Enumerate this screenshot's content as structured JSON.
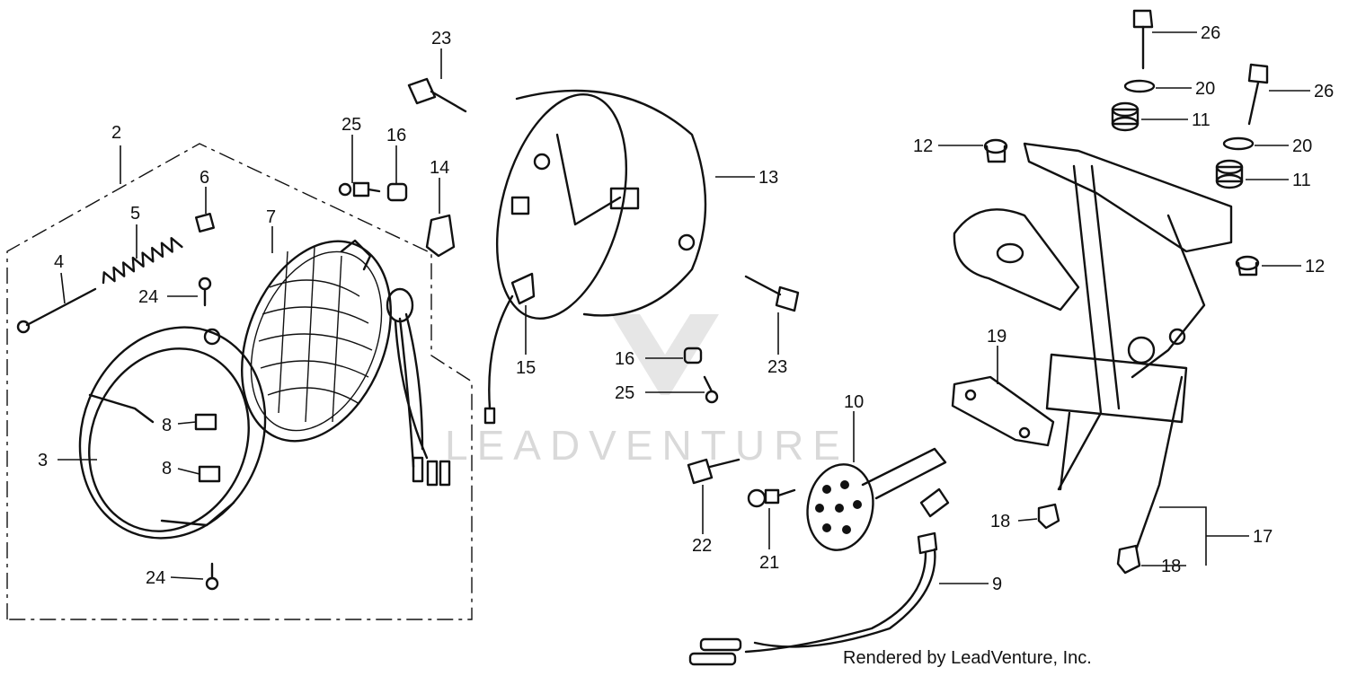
{
  "watermark": "LEADVENTURE",
  "credit": "Rendered by LeadVenture, Inc.",
  "callouts": [
    {
      "id": "c2",
      "label": "2"
    },
    {
      "id": "c3",
      "label": "3"
    },
    {
      "id": "c4",
      "label": "4"
    },
    {
      "id": "c5",
      "label": "5"
    },
    {
      "id": "c6",
      "label": "6"
    },
    {
      "id": "c7",
      "label": "7"
    },
    {
      "id": "c8a",
      "label": "8"
    },
    {
      "id": "c8b",
      "label": "8"
    },
    {
      "id": "c24a",
      "label": "24"
    },
    {
      "id": "c24b",
      "label": "24"
    },
    {
      "id": "c25a",
      "label": "25"
    },
    {
      "id": "c16a",
      "label": "16"
    },
    {
      "id": "c14",
      "label": "14"
    },
    {
      "id": "c23a",
      "label": "23"
    },
    {
      "id": "c13",
      "label": "13"
    },
    {
      "id": "c15",
      "label": "15"
    },
    {
      "id": "c23b",
      "label": "23"
    },
    {
      "id": "c16b",
      "label": "16"
    },
    {
      "id": "c25b",
      "label": "25"
    },
    {
      "id": "c10",
      "label": "10"
    },
    {
      "id": "c22",
      "label": "22"
    },
    {
      "id": "c21",
      "label": "21"
    },
    {
      "id": "c9",
      "label": "9"
    },
    {
      "id": "c19",
      "label": "19"
    },
    {
      "id": "c12a",
      "label": "12"
    },
    {
      "id": "c12b",
      "label": "12"
    },
    {
      "id": "c26a",
      "label": "26"
    },
    {
      "id": "c26b",
      "label": "26"
    },
    {
      "id": "c20a",
      "label": "20"
    },
    {
      "id": "c20b",
      "label": "20"
    },
    {
      "id": "c11a",
      "label": "11"
    },
    {
      "id": "c11b",
      "label": "11"
    },
    {
      "id": "c18a",
      "label": "18"
    },
    {
      "id": "c18b",
      "label": "18"
    },
    {
      "id": "c17",
      "label": "17"
    }
  ]
}
